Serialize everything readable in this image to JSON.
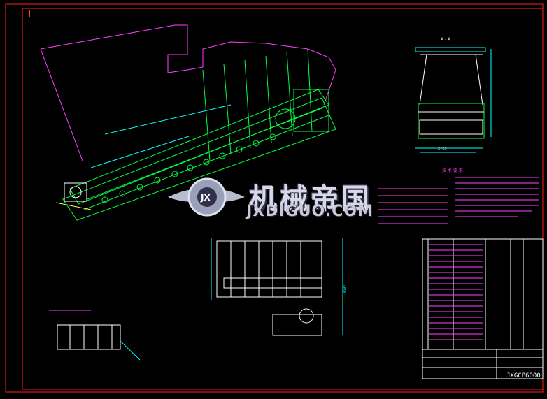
{
  "watermark": {
    "title": "机械帝国",
    "url": "JXDIGUO.COM",
    "logo_letters": "JX"
  },
  "labels": {
    "section_aa": "A - A",
    "tech_requirements": "技 术 要 求",
    "drawing_code": "JXGCP6000",
    "dim_vertical": "4597",
    "dim_width": "2725"
  },
  "colors": {
    "frame": "#ff2020",
    "structure": "#00ff40",
    "detail": "#ffffff",
    "dimension": "#00ffff",
    "annotation": "#ff40ff",
    "yellow": "#ffff40"
  }
}
